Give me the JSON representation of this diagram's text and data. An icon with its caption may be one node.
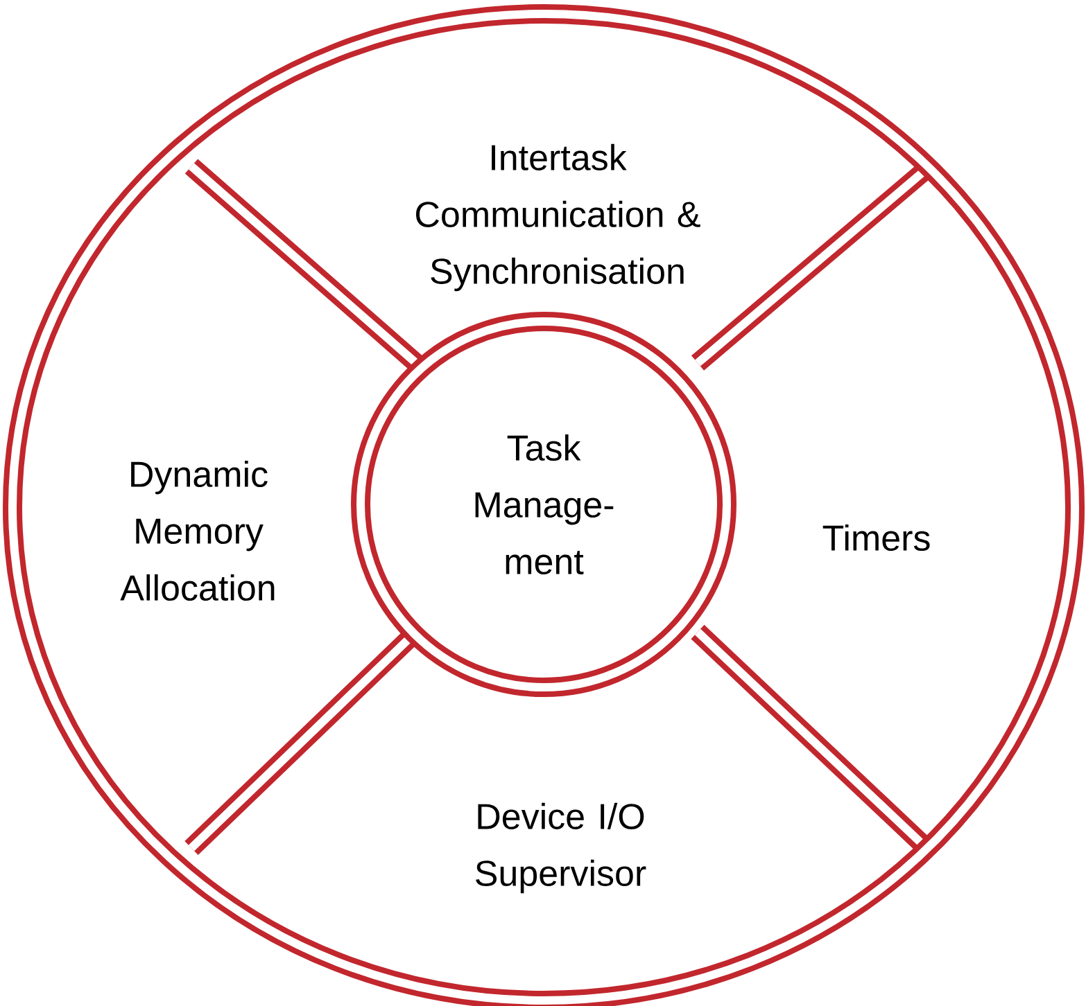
{
  "diagram": {
    "nodes": [
      {
        "text": [],
        "shape": "ellipse"
      },
      {
        "text": [
          "Intertask Communication & Synchronisation"
        ],
        "in": 0
      },
      {
        "text": [
          "Dynamic Memory Allocation"
        ],
        "in": 0
      },
      {
        "text": [
          "Task Manage-ment"
        ],
        "in": 0
      },
      {
        "text": [
          "Timers"
        ],
        "in": 0
      },
      {
        "text": [
          "Device I/O Supervisor"
        ],
        "in": 0
      }
    ]
  }
}
